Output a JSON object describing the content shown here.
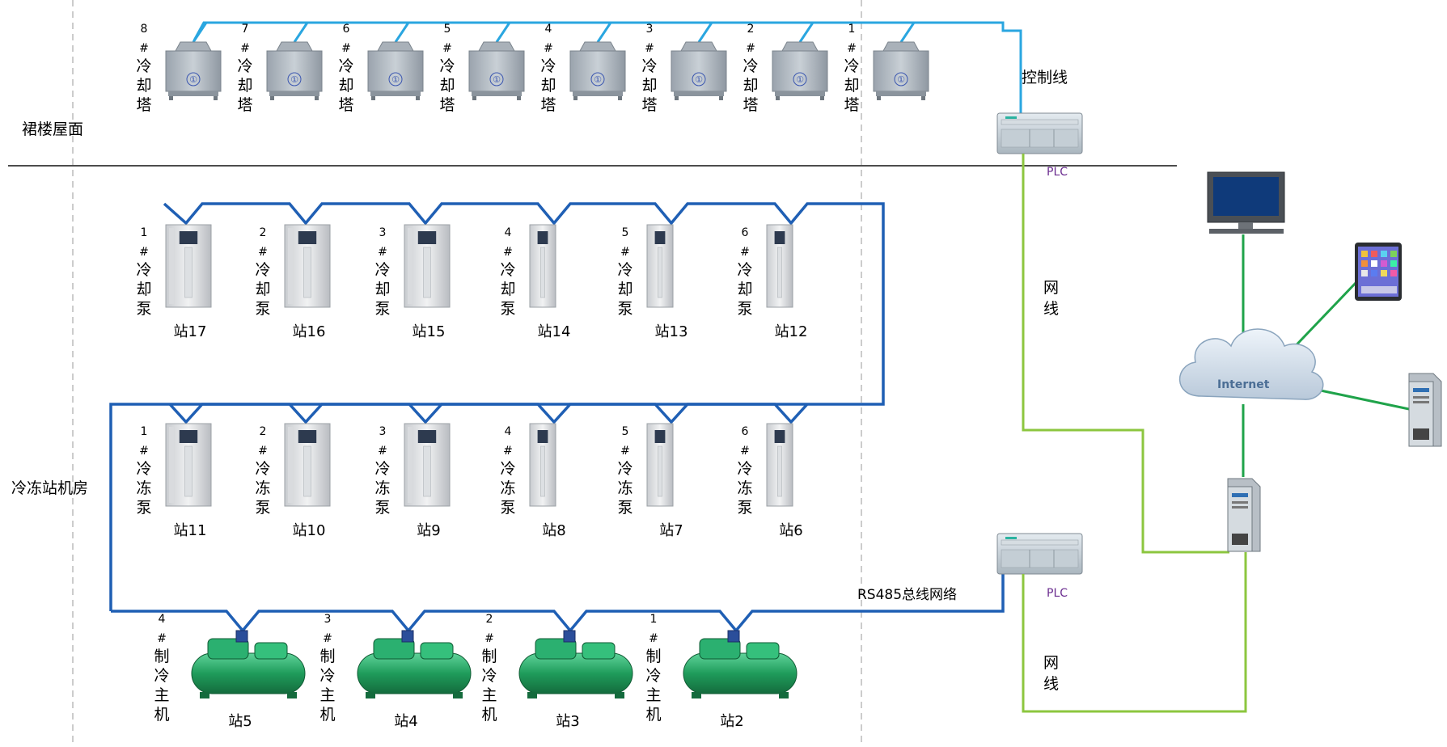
{
  "zones": {
    "roof": "裙楼屋面",
    "plant": "冷冻站机房"
  },
  "labels": {
    "control_line": "控制线",
    "net_line": "网线",
    "rs485": "RS485总线网络",
    "plc": "PLC",
    "internet": "Internet"
  },
  "glyphs": {
    "hash": "#"
  },
  "towers": [
    {
      "num": "8",
      "label": "冷却塔"
    },
    {
      "num": "7",
      "label": "冷却塔"
    },
    {
      "num": "6",
      "label": "冷却塔"
    },
    {
      "num": "5",
      "label": "冷却塔"
    },
    {
      "num": "4",
      "label": "冷却塔"
    },
    {
      "num": "3",
      "label": "冷却塔"
    },
    {
      "num": "2",
      "label": "冷却塔"
    },
    {
      "num": "1",
      "label": "冷却塔"
    }
  ],
  "tower_badge": "①",
  "cooling_pumps": [
    {
      "num": "1",
      "label": "冷却泵",
      "station": "站17"
    },
    {
      "num": "2",
      "label": "冷却泵",
      "station": "站16"
    },
    {
      "num": "3",
      "label": "冷却泵",
      "station": "站15"
    },
    {
      "num": "4",
      "label": "冷却泵",
      "station": "站14"
    },
    {
      "num": "5",
      "label": "冷却泵",
      "station": "站13"
    },
    {
      "num": "6",
      "label": "冷却泵",
      "station": "站12"
    }
  ],
  "chilled_pumps": [
    {
      "num": "1",
      "label": "冷冻泵",
      "station": "站11"
    },
    {
      "num": "2",
      "label": "冷冻泵",
      "station": "站10"
    },
    {
      "num": "3",
      "label": "冷冻泵",
      "station": "站9"
    },
    {
      "num": "4",
      "label": "冷冻泵",
      "station": "站8"
    },
    {
      "num": "5",
      "label": "冷冻泵",
      "station": "站7"
    },
    {
      "num": "6",
      "label": "冷冻泵",
      "station": "站6"
    }
  ],
  "chillers": [
    {
      "num": "4",
      "label": "制冷主机",
      "station": "站5"
    },
    {
      "num": "3",
      "label": "制冷主机",
      "station": "站4"
    },
    {
      "num": "2",
      "label": "制冷主机",
      "station": "站3"
    },
    {
      "num": "1",
      "label": "制冷主机",
      "station": "站2"
    }
  ],
  "colors": {
    "light_blue": "#2aa6e0",
    "dark_blue": "#1f5fb4",
    "green": "#8cc63f",
    "net_green": "#1fa34a",
    "plc_text": "#6a2c8f"
  }
}
